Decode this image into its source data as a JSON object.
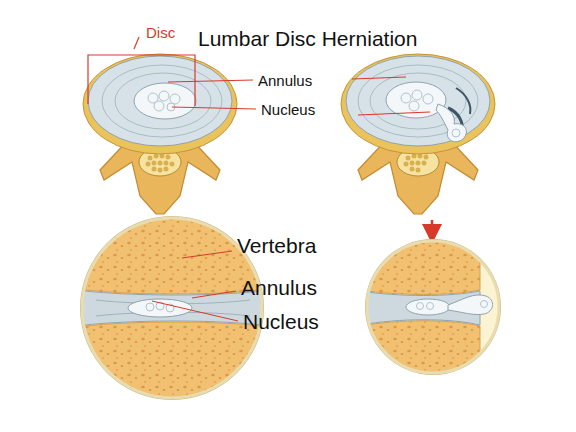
{
  "diagram": {
    "title": "Lumbar Disc Herniation",
    "labels": [
      "Disc",
      "Annulus",
      "Nucleus",
      "Vertebra",
      "Annulus",
      "Nucleus"
    ]
  }
}
